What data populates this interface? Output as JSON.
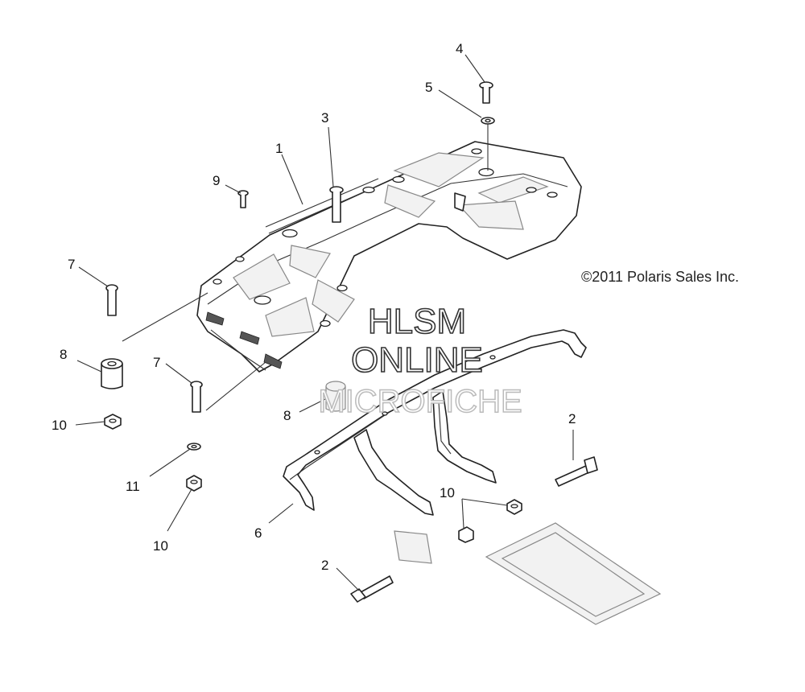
{
  "copyright": "©2011 Polaris Sales Inc.",
  "watermark": {
    "line1": "HLSM",
    "line2": "ONLINE",
    "line3": "MICROFICHE"
  },
  "callouts": [
    {
      "id": "c1",
      "text": "1"
    },
    {
      "id": "c2a",
      "text": "2"
    },
    {
      "id": "c2b",
      "text": "2"
    },
    {
      "id": "c3",
      "text": "3"
    },
    {
      "id": "c4",
      "text": "4"
    },
    {
      "id": "c5",
      "text": "5"
    },
    {
      "id": "c6",
      "text": "6"
    },
    {
      "id": "c7a",
      "text": "7"
    },
    {
      "id": "c7b",
      "text": "7"
    },
    {
      "id": "c8a",
      "text": "8"
    },
    {
      "id": "c8b",
      "text": "8"
    },
    {
      "id": "c9",
      "text": "9"
    },
    {
      "id": "c10a",
      "text": "10"
    },
    {
      "id": "c10b",
      "text": "10"
    },
    {
      "id": "c10c",
      "text": "10"
    },
    {
      "id": "c11",
      "text": "11"
    }
  ]
}
